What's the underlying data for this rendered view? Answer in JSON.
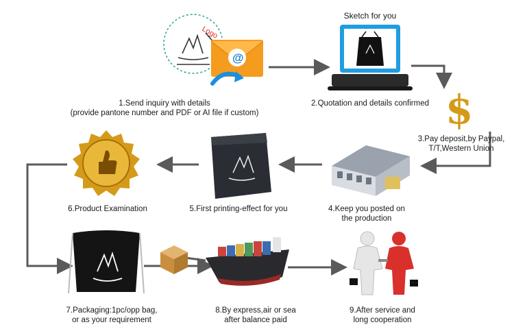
{
  "sketch_title": "Sketch for you",
  "logo_text": "Logo",
  "steps": [
    {
      "line1": "1.Send inquiry with details",
      "line2": "(provide pantone number and PDF or AI file if custom)"
    },
    {
      "line1": "2.Quotation and details confirmed",
      "line2": ""
    },
    {
      "line1": "3.Pay deposit,by Paypal,",
      "line2": "T/T,Western Union"
    },
    {
      "line1": "4.Keep you posted on",
      "line2": "the production"
    },
    {
      "line1": "5.First printing-effect for you",
      "line2": ""
    },
    {
      "line1": "6.Product Examination",
      "line2": ""
    },
    {
      "line1": "7.Packaging:1pc/opp bag,",
      "line2": "or as your requirement"
    },
    {
      "line1": "8.By express,air or sea",
      "line2": "after balance paid"
    },
    {
      "line1": "9.After service and",
      "line2": "long cooperation"
    }
  ],
  "colors": {
    "arrow": "#5a5a5a",
    "email_orange": "#f59b1d",
    "laptop_blue": "#1f9de0",
    "gold": "#d49a1a"
  },
  "icons": [
    "logo-sketch-icon",
    "email-icon",
    "laptop-icon",
    "dollar-icon",
    "factory-icon",
    "fabric-sample-icon",
    "gold-seal-icon",
    "drawstring-bag-icon",
    "carton-box-icon",
    "cargo-ship-icon",
    "handshake-icon"
  ]
}
